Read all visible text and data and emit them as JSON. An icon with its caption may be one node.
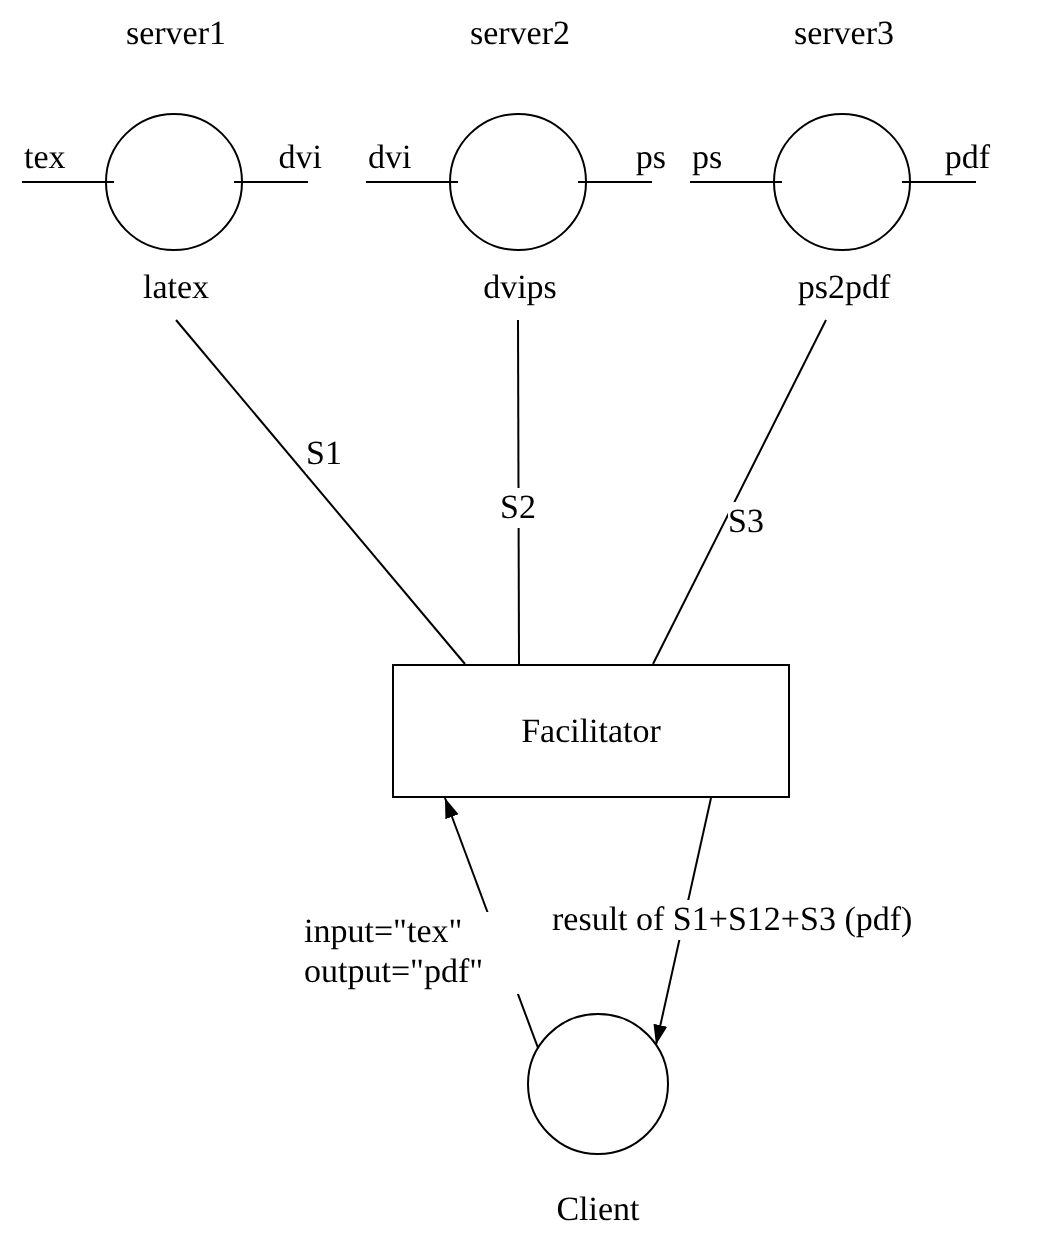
{
  "diagram": {
    "nodes": [
      {
        "text": [
          "server1",
          "tex",
          "dvi",
          "latex"
        ]
      },
      {
        "text": [
          "server2",
          "dvi",
          "ps",
          "dvips"
        ]
      },
      {
        "text": [
          "server3",
          "ps",
          "pdf",
          "ps2pdf"
        ]
      },
      {
        "text": [
          "Facilitator"
        ]
      },
      {
        "text": [
          "Client"
        ]
      }
    ],
    "edges": [
      {
        "from": 0,
        "to": 3,
        "arrow": "none",
        "label": "S1"
      },
      {
        "from": 1,
        "to": 3,
        "arrow": "none",
        "label": "S2"
      },
      {
        "from": 2,
        "to": 3,
        "arrow": "none",
        "label": "S3"
      },
      {
        "from": 4,
        "to": 3,
        "arrow": "to",
        "label": "input=\"tex\" output=\"pdf\""
      },
      {
        "from": 3,
        "to": 4,
        "arrow": "to",
        "label": "result of S1+S12+S3 (pdf)"
      }
    ]
  }
}
